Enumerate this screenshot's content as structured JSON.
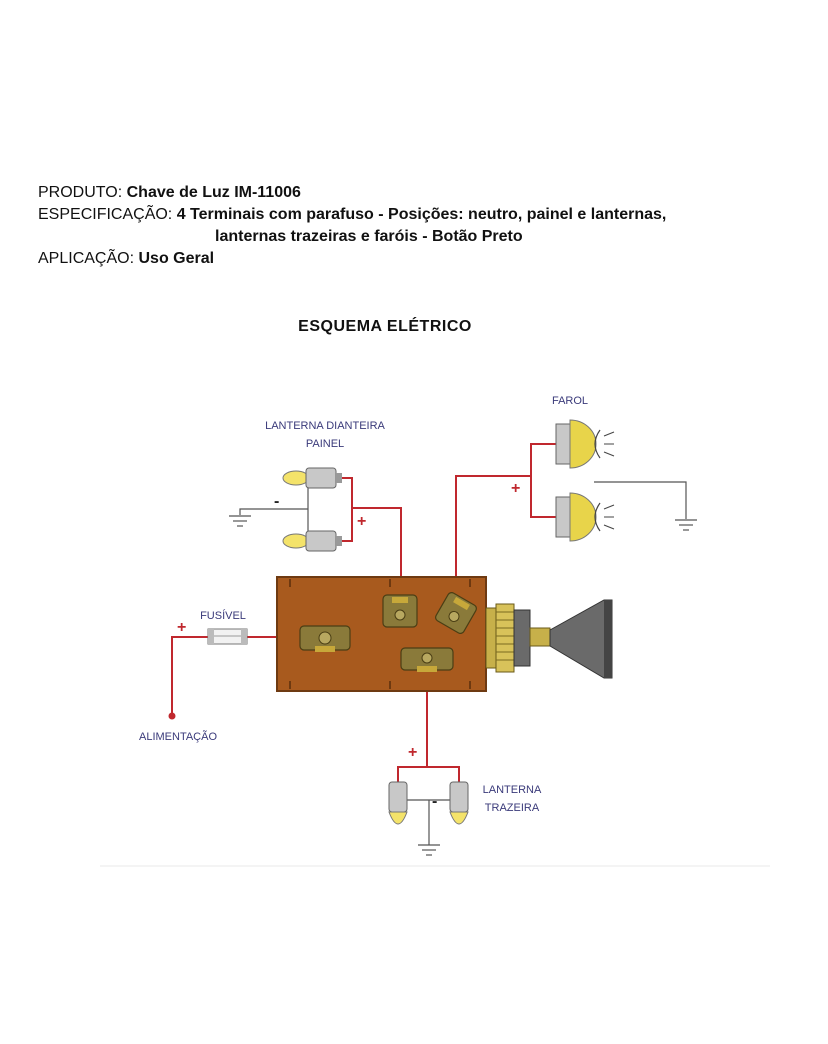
{
  "spec": {
    "produto_label": "PRODUTO:",
    "produto_value": "Chave de Luz  IM-11006",
    "especificacao_label": "ESPECIFICAÇÃO:",
    "especificacao_value_1": "4 Terminais com parafuso  - Posições: neutro, painel e lanternas,",
    "especificacao_value_2": "lanternas trazeiras e faróis - Botão Preto",
    "aplicacao_label": "APLICAÇÃO:",
    "aplicacao_value": "Uso Geral"
  },
  "diagram": {
    "title": "ESQUEMA ELÉTRICO",
    "labels": {
      "lanterna_dianteira": "LANTERNA DIANTEIRA",
      "painel": "PAINEL",
      "farol": "FAROL",
      "fusivel": "FUSÍVEL",
      "alimentacao": "ALIMENTAÇÃO",
      "lanterna": "LANTERNA",
      "trazeira": "TRAZEIRA"
    },
    "signs": {
      "plus": "+",
      "minus": "-"
    },
    "colors": {
      "wire": "#c0282e",
      "ground": "#555555",
      "body": "#a85a1e",
      "terminal": "#8a7a3a",
      "lamp": "#f4e36a"
    }
  }
}
